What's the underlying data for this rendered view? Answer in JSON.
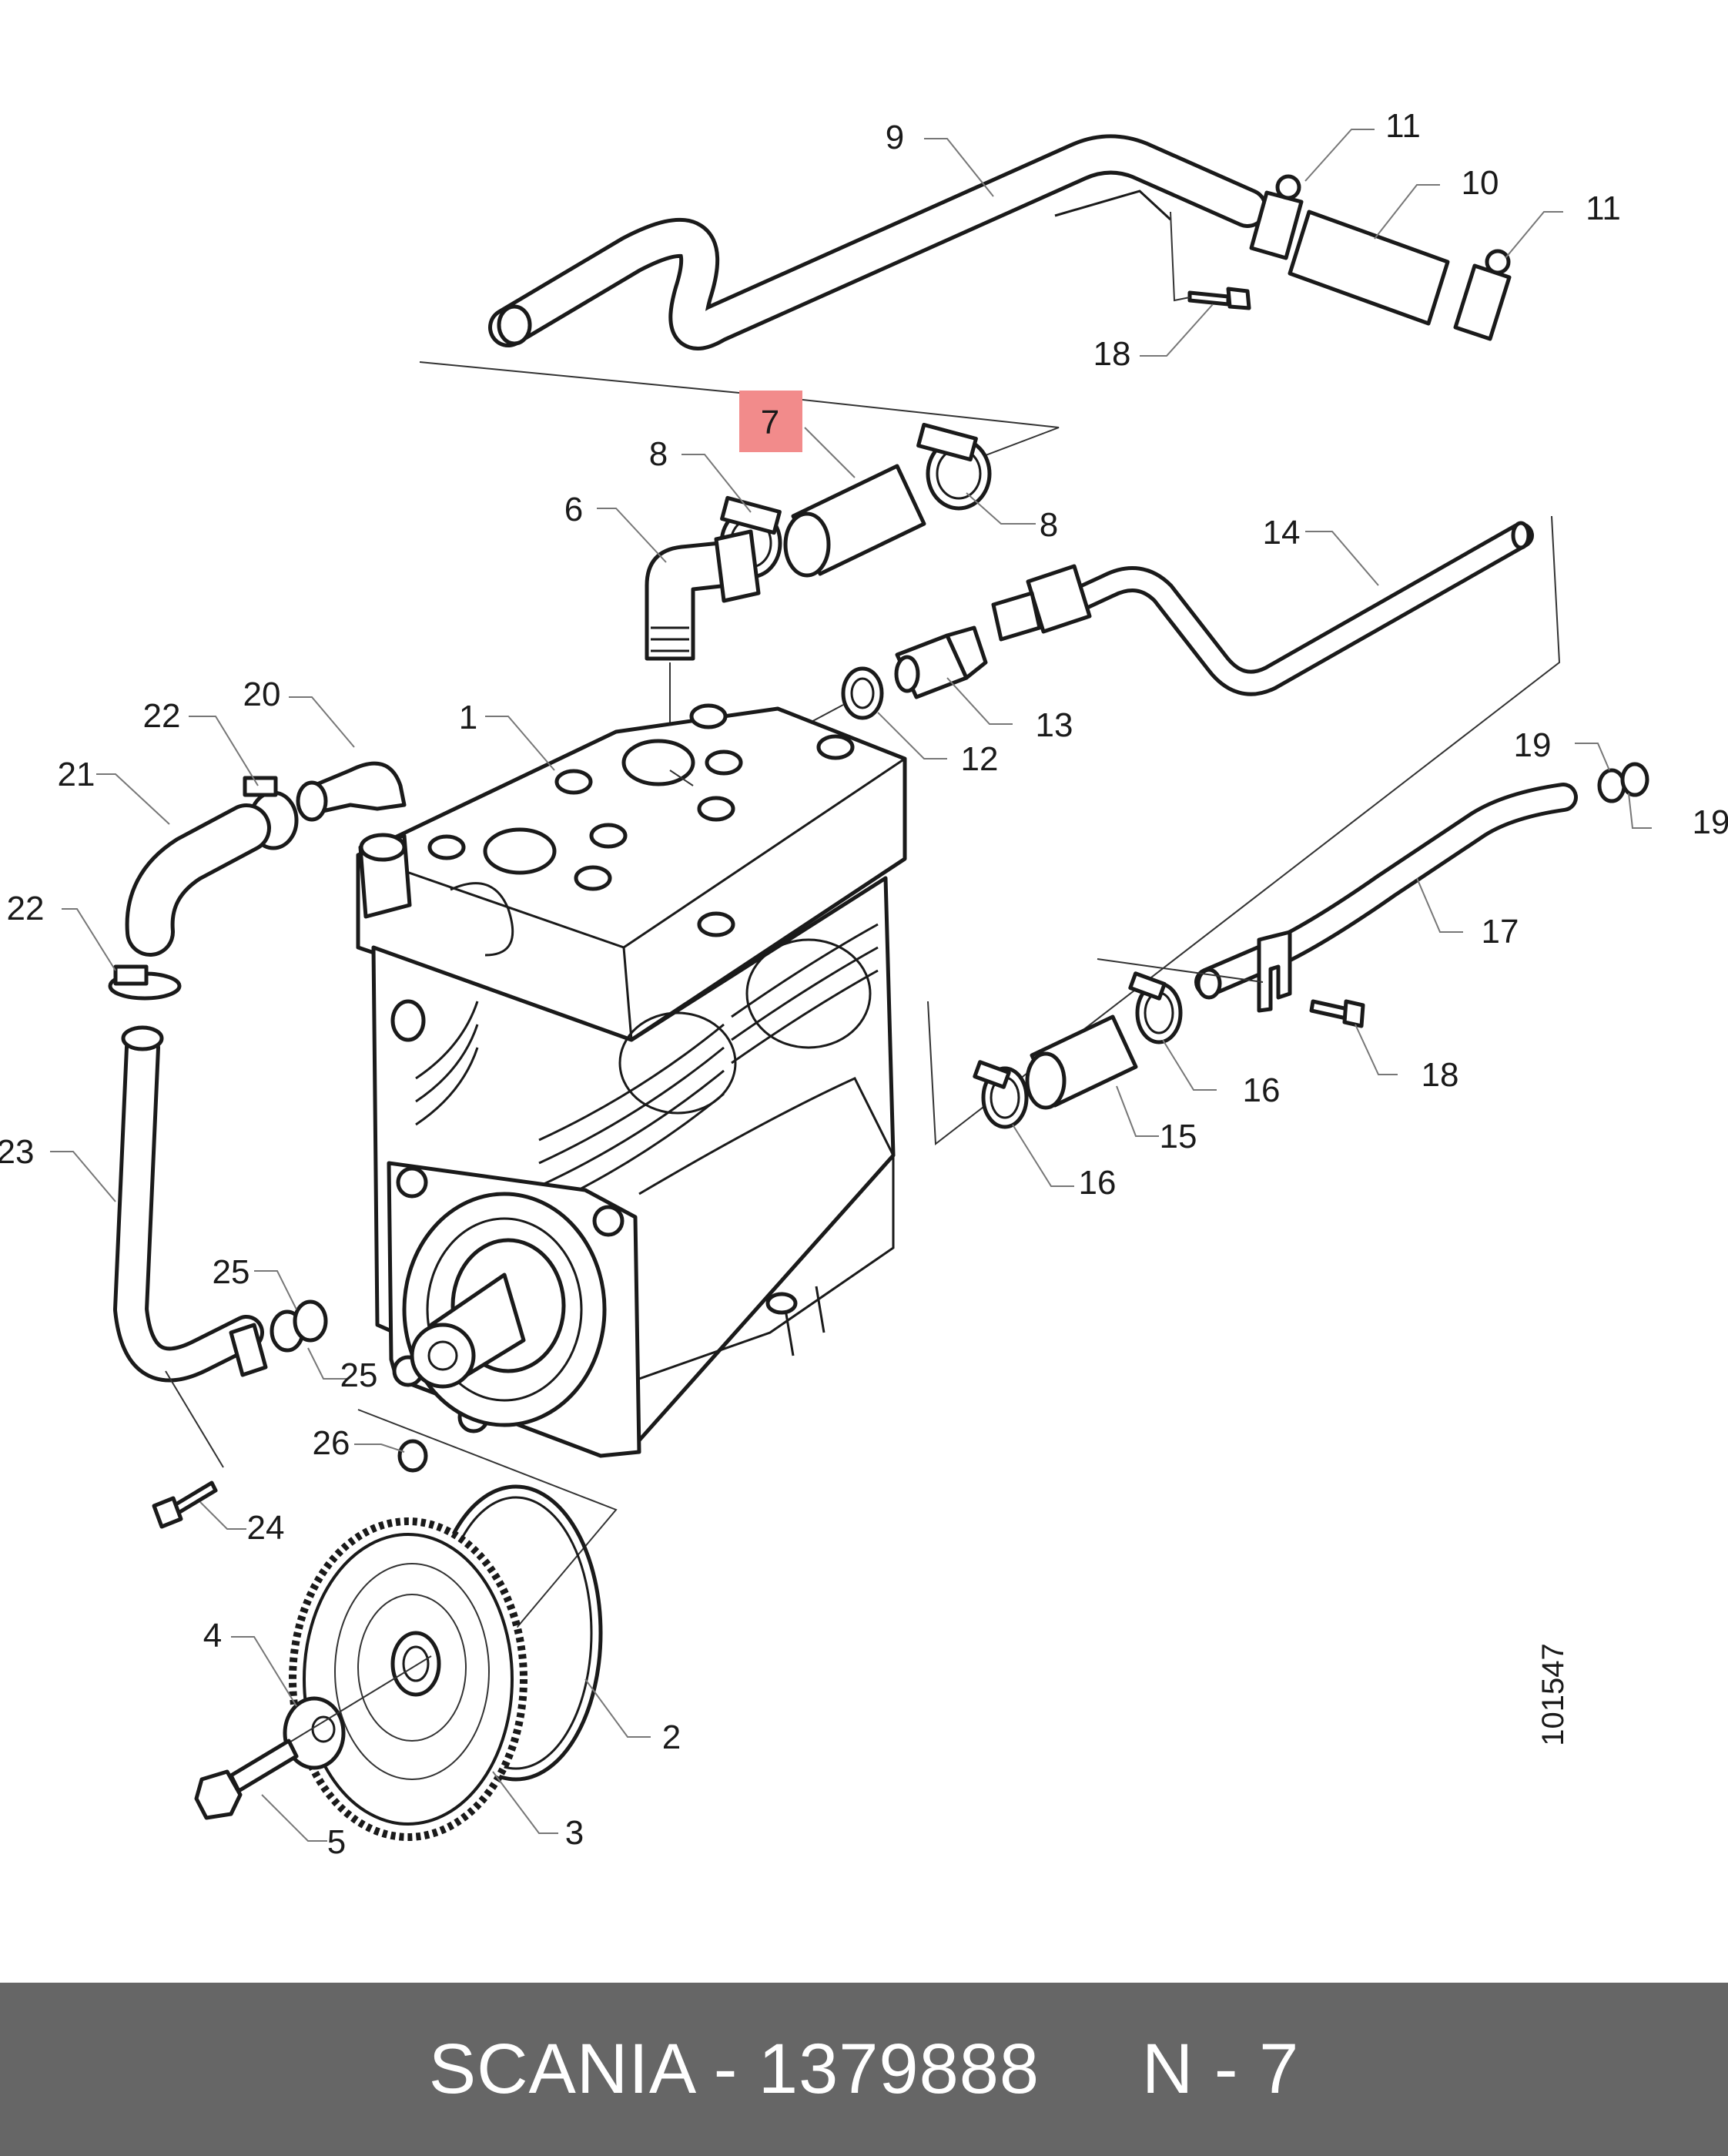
{
  "callouts": {
    "c1": "1",
    "c2": "2",
    "c3": "3",
    "c4": "4",
    "c5": "5",
    "c6": "6",
    "c7": "7",
    "c8a": "8",
    "c8b": "8",
    "c9": "9",
    "c10": "10",
    "c11a": "11",
    "c11b": "11",
    "c12": "12",
    "c13": "13",
    "c14": "14",
    "c15": "15",
    "c16a": "16",
    "c16b": "16",
    "c17": "17",
    "c18a": "18",
    "c18b": "18",
    "c19a": "19",
    "c19b": "19",
    "c20": "20",
    "c21": "21",
    "c22a": "22",
    "c22b": "22",
    "c23": "23",
    "c24": "24",
    "c25a": "25",
    "c25b": "25",
    "c26": "26"
  },
  "drawing_number": "101547",
  "highlight": {
    "part": "7",
    "color": "#f28b8b"
  },
  "footer": {
    "text": "SCANIA - 1379888     N - 7",
    "background": "#666666",
    "color": "#ffffff"
  }
}
